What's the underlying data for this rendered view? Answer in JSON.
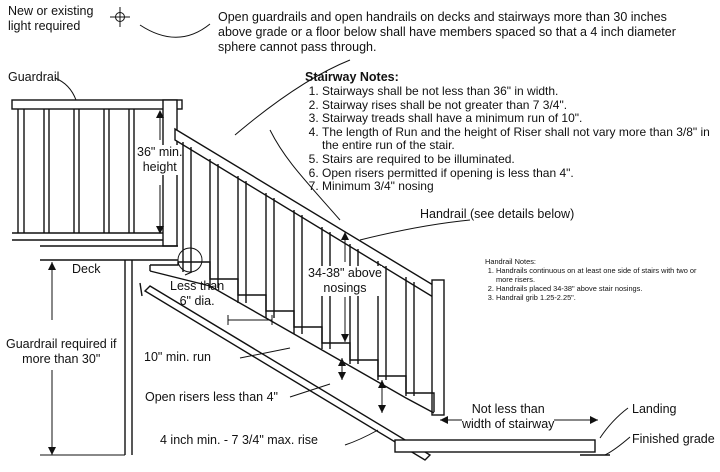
{
  "labels": {
    "light": "New or existing\nlight required",
    "open_guardrails": "Open guardrails and open handrails on decks and stairways more than 30 inches\nabove grade or a floor below shall have members spaced so that a 4 inch diameter\nsphere cannot pass through.",
    "guardrail": "Guardrail",
    "min_height": "36\" min.\nheight",
    "deck": "Deck",
    "guardrail_required": "Guardrail required if\nmore than 30\"",
    "less_than_6": "Less than\n6\" dia.",
    "above_nosings": "34-38\" above\nnosings",
    "handrail": "Handrail (see details below)",
    "min_run": "10\" min. run",
    "open_risers": "Open risers less than 4\"",
    "rise": "4 inch min. - 7 3/4\" max. rise",
    "not_less_than": "Not less than\nwidth of stairway",
    "landing": "Landing",
    "finished_grade": "Finished grade"
  },
  "stairway_notes": {
    "title": "Stairway Notes:",
    "items": [
      "Stairways shall be not less than 36\" in width.",
      "Stairway rises shall be not greater than 7 3/4\".",
      "Stairway treads shall have a minimum run of 10\".",
      "The length of Run and the height of Riser shall not vary more than 3/8\" in the entire run of the stair.",
      "Stairs are required to be illuminated.",
      "Open risers permitted if opening is less than 4\".",
      "Minimum 3/4\" nosing"
    ]
  },
  "handrail_notes": {
    "title": "Handrail Notes:",
    "items": [
      "Handrails continuous on at least one side of stairs with two or more risers.",
      "Handrails placed 34-38\" above stair nosings.",
      "Handrail grib 1.25-2.25\"."
    ]
  }
}
